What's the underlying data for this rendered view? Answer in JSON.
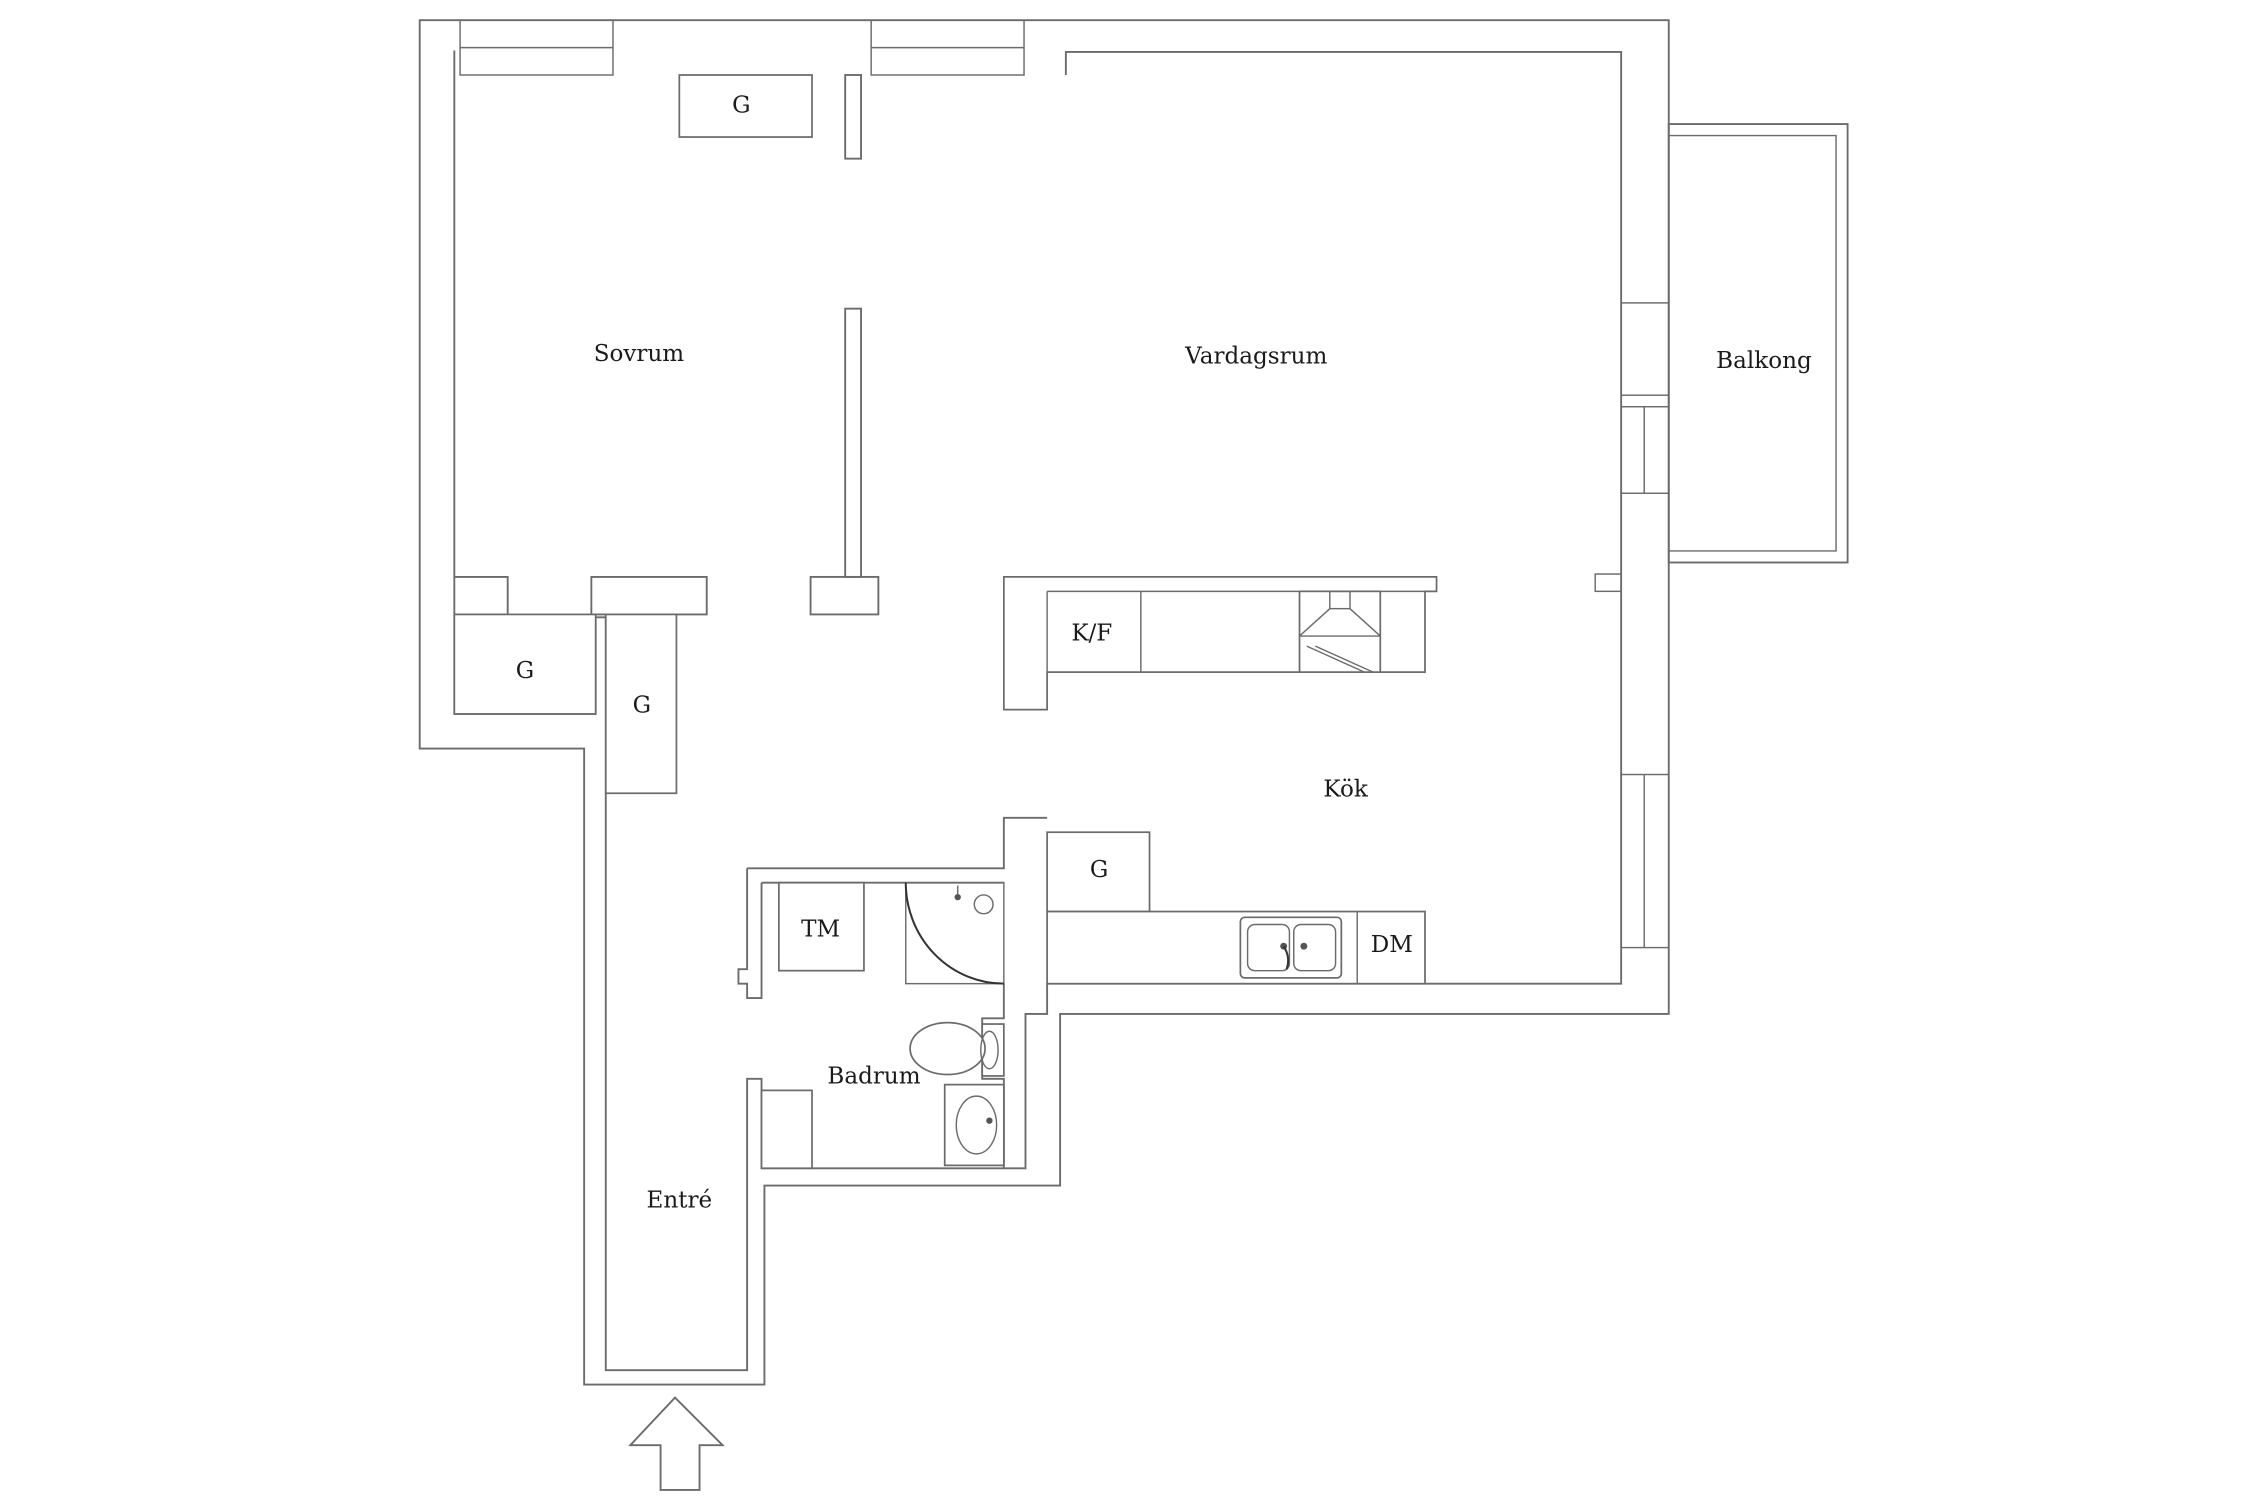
{
  "rooms": {
    "sovrum": "Sovrum",
    "vardagsrum": "Vardagsrum",
    "balkong": "Balkong",
    "kok": "Kök",
    "badrum": "Badrum",
    "entre": "Entré"
  },
  "fixtures": {
    "wardrobe_top": "G",
    "wardrobe_left": "G",
    "wardrobe_hall": "G",
    "wardrobe_kitchen": "G",
    "fridge_freezer": "K/F",
    "dishwasher": "DM",
    "washing_machine": "TM"
  },
  "icons": {
    "entrance": "entrance-arrow-icon",
    "stove_hood": "stove-hood-icon",
    "kitchen_sink": "kitchen-sink-icon",
    "shower": "shower-icon",
    "toilet": "toilet-icon",
    "washbasin": "washbasin-icon"
  },
  "colors": {
    "wall_line": "#6b6b6b",
    "text": "#1a1a1a",
    "background": "#ffffff"
  }
}
